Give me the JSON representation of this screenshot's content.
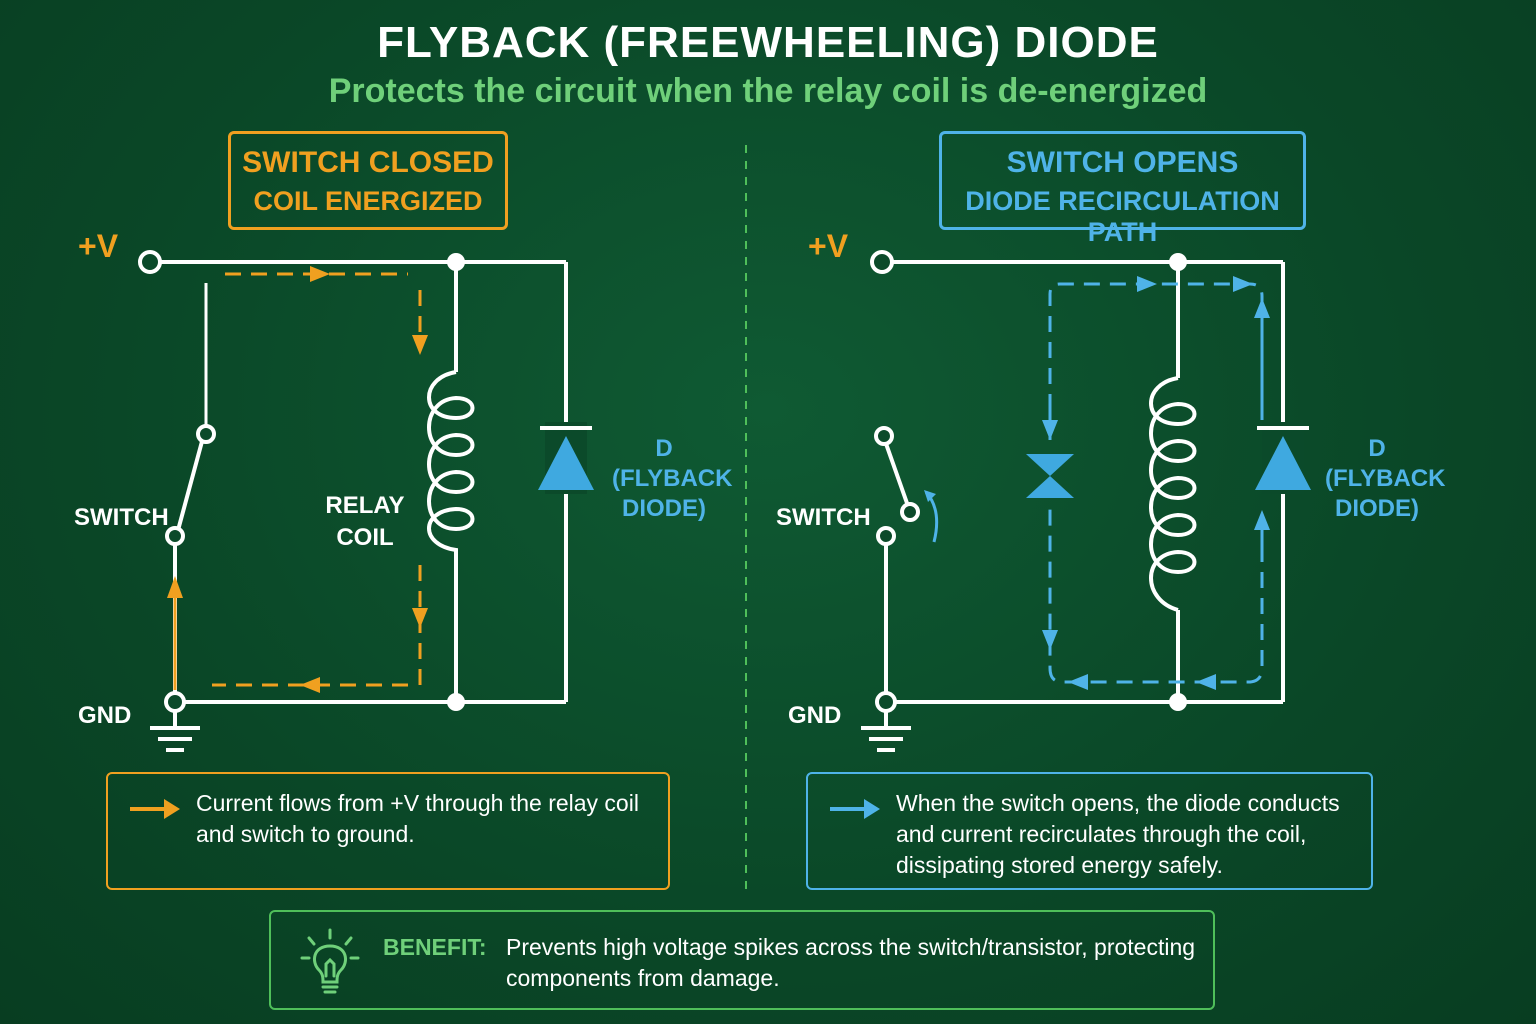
{
  "title": "FLYBACK (FREEWHEELING) DIODE",
  "subtitle": "Protects the circuit when the relay coil is de-energized",
  "left_panel": {
    "state_line1": "SWITCH CLOSED",
    "state_line2": "COIL ENERGIZED",
    "supply_label": "+V",
    "switch_label": "SWITCH",
    "coil_label_line1": "RELAY",
    "coil_label_line2": "COIL",
    "diode_label_line1": "D",
    "diode_label_line2": "(FLYBACK",
    "diode_label_line3": "DIODE)",
    "ground_label": "GND",
    "info_text": "Current flows from +V through the relay coil and switch to ground."
  },
  "right_panel": {
    "state_line1": "SWITCH OPENS",
    "state_line2": "DIODE RECIRCULATION PATH",
    "supply_label": "+V",
    "switch_label": "SWITCH",
    "diode_label_line1": "D",
    "diode_label_line2": "(FLYBACK",
    "diode_label_line3": "DIODE)",
    "ground_label": "GND",
    "info_text": "When the switch opens, the diode conducts and current recirculates through the coil, dissipating stored energy safely."
  },
  "benefit": {
    "label": "BENEFIT:",
    "text": "Prevents high voltage spikes across the switch/transistor, protecting components from damage."
  },
  "colors": {
    "background": "#0b4a2a",
    "wire": "#ffffff",
    "energized_current": "#f0a020",
    "recirculation_current": "#4fb3e8",
    "benefit_accent": "#6fd07a"
  },
  "icons": [
    "ground-symbol-icon",
    "diode-icon",
    "coil-icon",
    "lightbulb-icon",
    "arrow-right-icon"
  ]
}
